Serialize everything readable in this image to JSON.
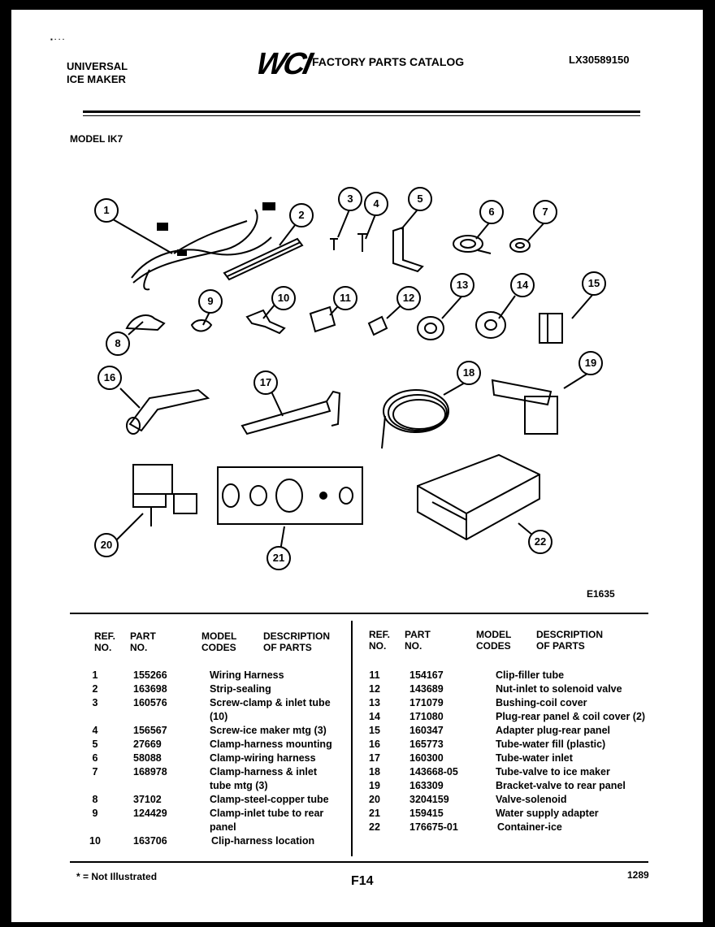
{
  "header": {
    "product_line1": "UNIVERSAL",
    "product_line2": "ICE MAKER",
    "logo_text": "WCI",
    "catalog_title": "FACTORY PARTS CATALOG",
    "catalog_number": "LX30589150",
    "model": "MODEL IK7"
  },
  "diagram": {
    "figure_code": "E1635",
    "callouts": [
      "1",
      "2",
      "3",
      "4",
      "5",
      "6",
      "7",
      "8",
      "9",
      "10",
      "11",
      "12",
      "13",
      "14",
      "15",
      "16",
      "17",
      "18",
      "19",
      "20",
      "21",
      "22"
    ]
  },
  "table": {
    "headers": {
      "ref": "REF.",
      "no": "NO.",
      "part": "PART",
      "part_no": "NO.",
      "model": "MODEL",
      "codes": "CODES",
      "description": "DESCRIPTION",
      "of_parts": "OF PARTS"
    },
    "left_rows": [
      {
        "ref": "1",
        "part": "155266",
        "desc": "Wiring Harness"
      },
      {
        "ref": "2",
        "part": "163698",
        "desc": "Strip-sealing"
      },
      {
        "ref": "3",
        "part": "160576",
        "desc": "Screw-clamp & inlet tube",
        "desc2": "(10)"
      },
      {
        "ref": "4",
        "part": "156567",
        "desc": "Screw-ice maker mtg (3)"
      },
      {
        "ref": "5",
        "part": "27669",
        "desc": "Clamp-harness mounting"
      },
      {
        "ref": "6",
        "part": "58088",
        "desc": "Clamp-wiring harness"
      },
      {
        "ref": "7",
        "part": "168978",
        "desc": "Clamp-harness & inlet",
        "desc2": "tube mtg (3)"
      },
      {
        "ref": "8",
        "part": "37102",
        "desc": "Clamp-steel-copper tube"
      },
      {
        "ref": "9",
        "part": "124429",
        "desc": "Clamp-inlet tube to rear",
        "desc2": "panel"
      },
      {
        "ref": "10",
        "part": "163706",
        "desc": "Clip-harness location"
      }
    ],
    "right_rows": [
      {
        "ref": "11",
        "part": "154167",
        "desc": "Clip-filler tube"
      },
      {
        "ref": "12",
        "part": "143689",
        "desc": "Nut-inlet to solenoid valve"
      },
      {
        "ref": "13",
        "part": "171079",
        "desc": "Bushing-coil cover"
      },
      {
        "ref": "14",
        "part": "171080",
        "desc": "Plug-rear panel & coil cover (2)"
      },
      {
        "ref": "15",
        "part": "160347",
        "desc": "Adapter plug-rear panel"
      },
      {
        "ref": "16",
        "part": "165773",
        "desc": "Tube-water fill (plastic)"
      },
      {
        "ref": "17",
        "part": "160300",
        "desc": "Tube-water inlet"
      },
      {
        "ref": "18",
        "part": "143668-05",
        "desc": "Tube-valve to ice maker"
      },
      {
        "ref": "19",
        "part": "163309",
        "desc": "Bracket-valve to rear panel"
      },
      {
        "ref": "20",
        "part": "3204159",
        "desc": "Valve-solenoid"
      },
      {
        "ref": "21",
        "part": "159415",
        "desc": "Water supply adapter"
      },
      {
        "ref": "22",
        "part": "176675-01",
        "desc": "Container-ice"
      }
    ]
  },
  "footer": {
    "note": "* = Not Illustrated",
    "page": "F14",
    "date_code": "1289"
  }
}
